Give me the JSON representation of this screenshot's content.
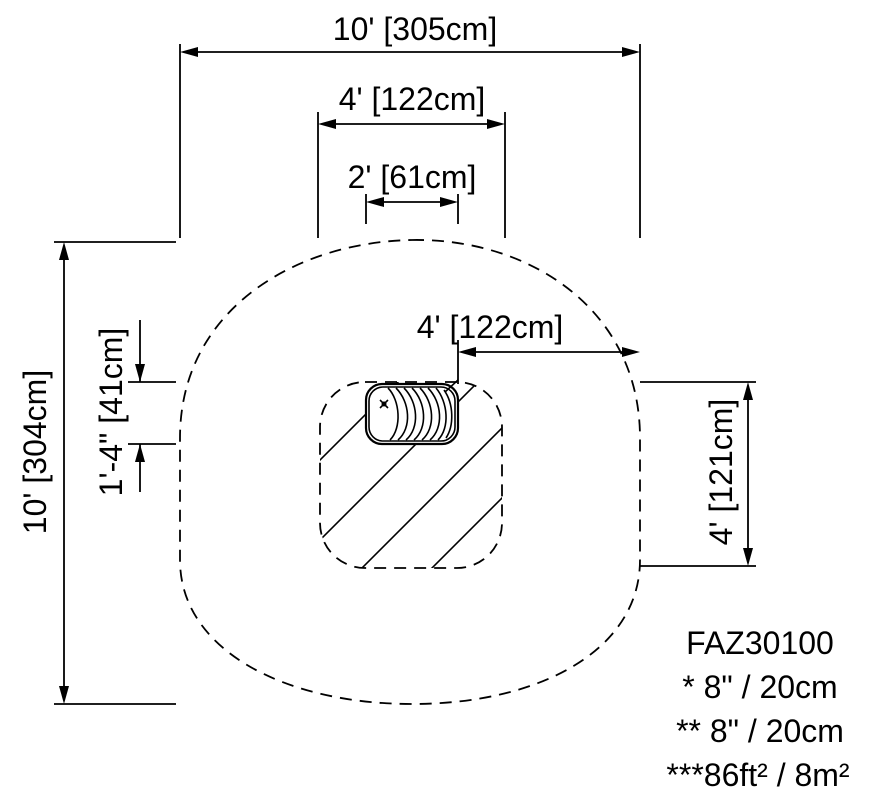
{
  "dimensions": {
    "overall_width": "10' [305cm]",
    "inner_width": "4' [122cm]",
    "top_width": "2' [61cm]",
    "overall_height": "10' [304cm]",
    "offset_height": "1'-4\" [41cm]",
    "zone_offset": "4' [122cm]",
    "inner_height": "4' [121cm]"
  },
  "specs": {
    "model": "FAZ30100",
    "line1": "* 8\" / 20cm",
    "line2": "** 8\" / 20cm",
    "line3": "***86ft² / 8m²"
  }
}
